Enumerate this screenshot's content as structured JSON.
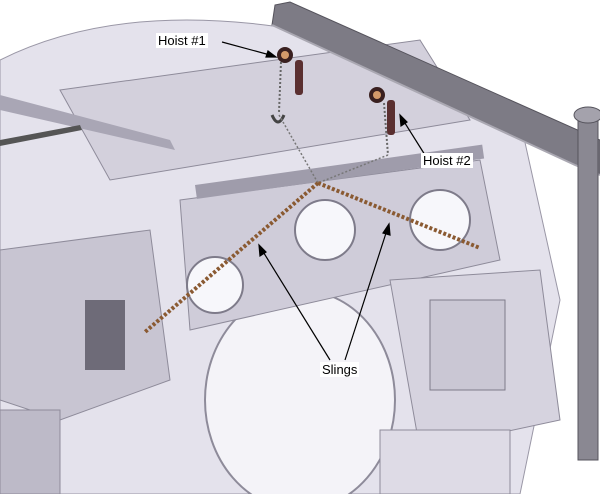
{
  "labels": {
    "hoist1": "Hoist #1",
    "hoist2": "Hoist #2",
    "slings": "Slings"
  },
  "colors": {
    "machine_body": "#e4e2ec",
    "machine_shade": "#b9b6c4",
    "beam": "#7d7b85",
    "sling": "#8a5a32",
    "hoist": "#5a2f30"
  }
}
